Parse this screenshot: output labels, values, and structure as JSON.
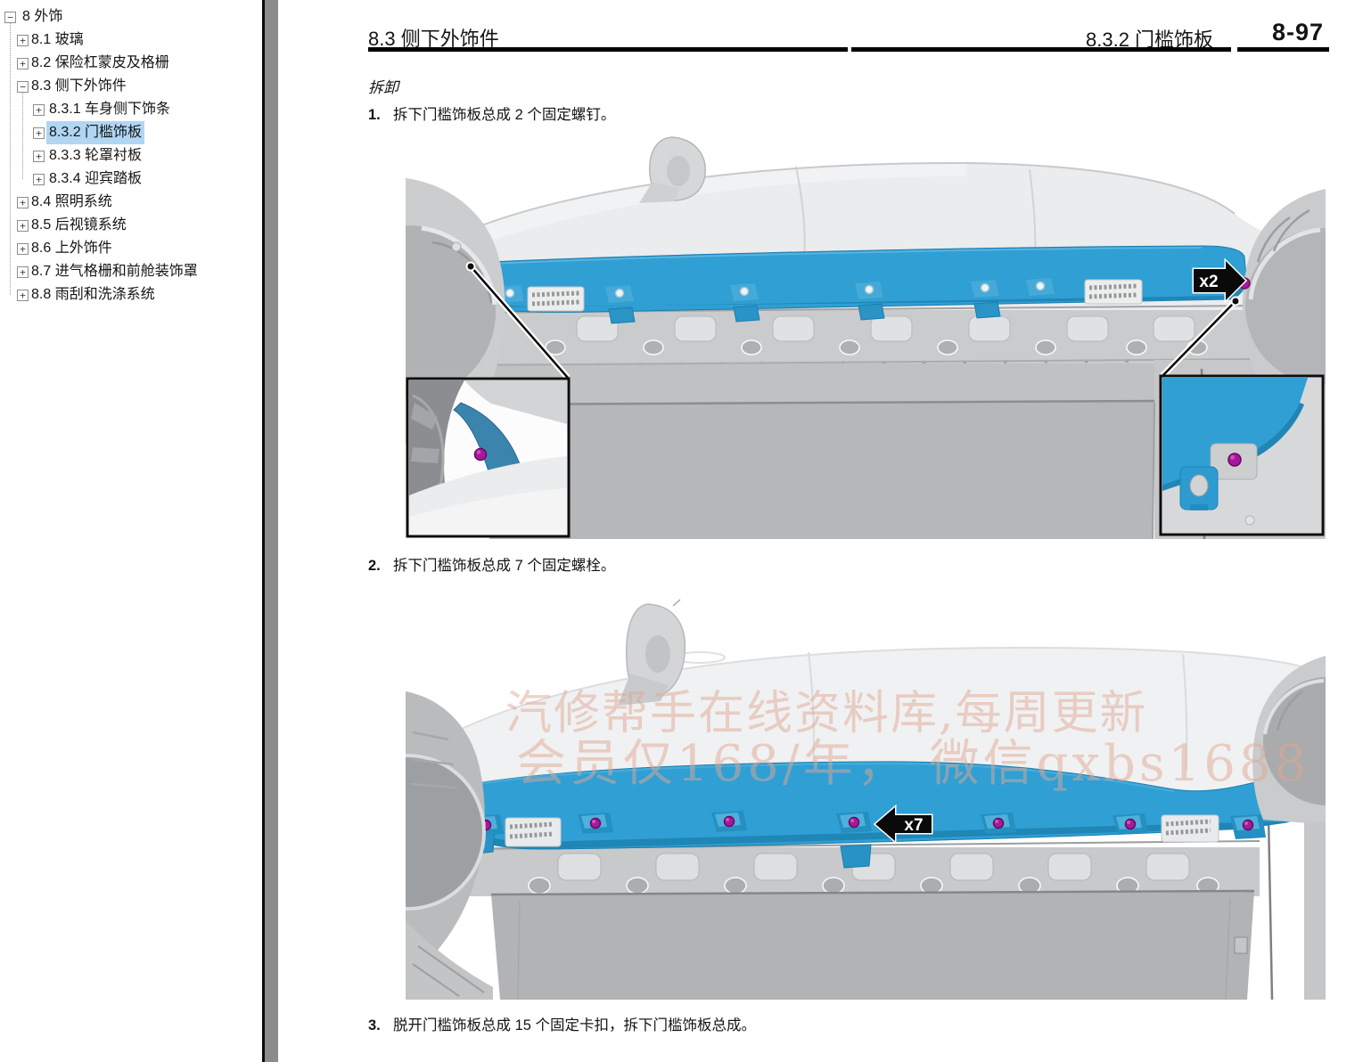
{
  "sidebar": {
    "items": [
      {
        "label": "8 外饰",
        "level": 1,
        "glyph": "−",
        "selected": false
      },
      {
        "label": "8.1 玻璃",
        "level": 2,
        "glyph": "+",
        "selected": false
      },
      {
        "label": "8.2 保险杠蒙皮及格栅",
        "level": 2,
        "glyph": "+",
        "selected": false
      },
      {
        "label": "8.3 侧下外饰件",
        "level": 2,
        "glyph": "−",
        "selected": false
      },
      {
        "label": "8.3.1 车身侧下饰条",
        "level": 3,
        "glyph": "+",
        "selected": false
      },
      {
        "label": "8.3.2 门槛饰板",
        "level": 3,
        "glyph": "+",
        "selected": true
      },
      {
        "label": "8.3.3 轮罩衬板",
        "level": 3,
        "glyph": "+",
        "selected": false
      },
      {
        "label": "8.3.4 迎宾踏板",
        "level": 3,
        "glyph": "+",
        "selected": false
      },
      {
        "label": "8.4 照明系统",
        "level": 2,
        "glyph": "+",
        "selected": false
      },
      {
        "label": "8.5 后视镜系统",
        "level": 2,
        "glyph": "+",
        "selected": false
      },
      {
        "label": "8.6 上外饰件",
        "level": 2,
        "glyph": "+",
        "selected": false
      },
      {
        "label": "8.7 进气格栅和前舱装饰罩",
        "level": 2,
        "glyph": "+",
        "selected": false
      },
      {
        "label": "8.8 雨刮和洗涤系统",
        "level": 2,
        "glyph": "+",
        "selected": false
      }
    ]
  },
  "header": {
    "section_title": "8.3 侧下外饰件",
    "subsection_title": "8.3.2 门槛饰板",
    "page_number": "8-97"
  },
  "content": {
    "removal_heading": "拆卸",
    "steps": [
      {
        "num": "1.",
        "text": "拆下门槛饰板总成 2 个固定螺钉。"
      },
      {
        "num": "2.",
        "text": "拆下门槛饰板总成 7 个固定螺栓。"
      },
      {
        "num": "3.",
        "text": "脱开门槛饰板总成 15 个固定卡扣，拆下门槛饰板总成。"
      }
    ],
    "figure1": {
      "count_label": "x2"
    },
    "figure2": {
      "count_label": "x7",
      "watermark_line1": "汽修帮手在线资料库,每周更新",
      "watermark_line2": "会员仅168/年， 微信qxbs1688"
    }
  },
  "colors": {
    "accent_blue": "#2f9fd4",
    "accent_blue_shade": "#1f86b6",
    "fastener_purple": "#a8189c",
    "tree_highlight": "#b0d6f3",
    "callout_black": "#0a0a0a"
  }
}
